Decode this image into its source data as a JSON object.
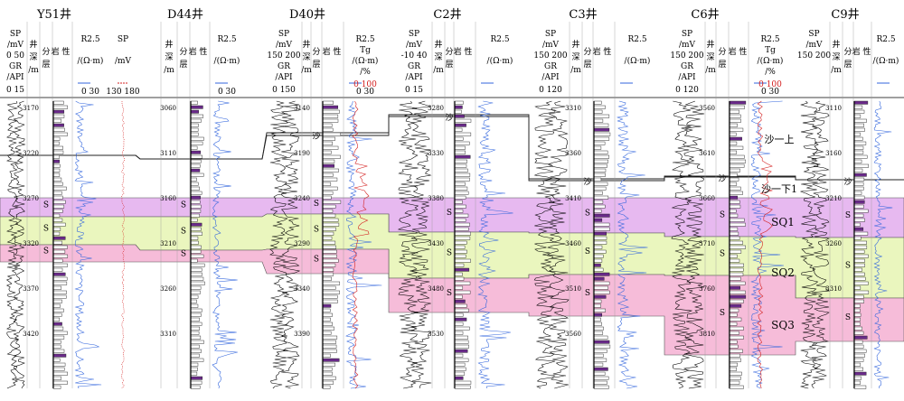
{
  "colors": {
    "sq1": "#e7b9f0",
    "sq2": "#eaf6be",
    "sq3": "#f6bcd9",
    "log_black": "#000000",
    "log_blue": "#3366dd",
    "log_red": "#d42020",
    "lith_gray": "#a8a8a8",
    "lith_purple": "#6a2a8a"
  },
  "zone_labels": {
    "upper": "沙一上",
    "lower": "沙一下1",
    "sq1": "SQ1",
    "sq2": "SQ2",
    "sq3": "SQ3"
  },
  "wells": [
    {
      "name": "Y51井",
      "h_sp": "SP",
      "h_sp_unit": "/mV",
      "h_sp_range": "0  50",
      "h_gr": "GR",
      "h_gr_unit": "/API",
      "h_gr_range": "0  15",
      "h_depth": [
        "井",
        "深",
        "/m"
      ],
      "h_layer": [
        "分",
        "层"
      ],
      "h_lith": [
        "岩",
        "性"
      ],
      "h_r": "R2.5",
      "h_r_unit": "/(Ω·m)",
      "h_r_range": "0  30",
      "h_sp2": "SP",
      "h_sp2_unit": "/mV",
      "h_sp2_range": "130 180",
      "depths": [
        "3170",
        "3220",
        "3270",
        "3320",
        "3370",
        "3420"
      ]
    },
    {
      "name": "D44井",
      "h_depth": [
        "井",
        "深",
        "/m"
      ],
      "h_layer": [
        "分",
        "层"
      ],
      "h_lith": [
        "岩",
        "性"
      ],
      "h_r": "R2.5",
      "h_r_unit": "/(Ω·m)",
      "h_r_range": "0  30",
      "depths": [
        "3060",
        "3110",
        "3160",
        "3210",
        "3260",
        "3310"
      ]
    },
    {
      "name": "D40井",
      "h_sp": "SP",
      "h_sp_unit": "/mV",
      "h_sp_range": "150 200",
      "h_gr": "GR",
      "h_gr_unit": "/API",
      "h_gr_range": "0  150",
      "h_depth": [
        "井",
        "深",
        "/m"
      ],
      "h_layer": [
        "分",
        "层"
      ],
      "h_lith": [
        "岩",
        "性"
      ],
      "h_r": "R2.5",
      "h_r_unit": "/(Ω·m)",
      "h_r_range": "0  30",
      "h_t": "Tg",
      "h_t_unit": "/%",
      "h_t_range": "0  100",
      "depths": [
        "3140",
        "3190",
        "3240",
        "3290",
        "3340",
        "3390"
      ]
    },
    {
      "name": "C2井",
      "h_sp": "SP",
      "h_sp_unit": "/mV",
      "h_sp_range": "-10  40",
      "h_gr": "GR",
      "h_gr_unit": "/API",
      "h_gr_range": "0  15",
      "h_depth": [
        "井",
        "深",
        "/m"
      ],
      "h_layer": [
        "分",
        "层"
      ],
      "h_lith": [
        "岩",
        "性"
      ],
      "h_r": "R2.5",
      "h_r_unit": "/(Ω·m)",
      "depths": [
        "3280",
        "3330",
        "3380",
        "3430",
        "3480",
        "3530"
      ]
    },
    {
      "name": "C3井",
      "h_sp": "SP",
      "h_sp_unit": "/mV",
      "h_sp_range": "150 200",
      "h_gr": "GR",
      "h_gr_unit": "/API",
      "h_gr_range": "0  120",
      "h_depth": [
        "井",
        "深",
        "/m"
      ],
      "h_layer": [
        "分",
        "层"
      ],
      "h_lith": [
        "岩",
        "性"
      ],
      "h_r": "R2.5",
      "h_r_unit": "/(Ω·m)",
      "depths": [
        "3310",
        "3360",
        "3410",
        "3460",
        "3510",
        "3560"
      ]
    },
    {
      "name": "C6井",
      "h_sp": "SP",
      "h_sp_unit": "/mV",
      "h_sp_range": "150 200",
      "h_gr": "GR",
      "h_gr_unit": "/API",
      "h_gr_range": "0  120",
      "h_depth": [
        "井",
        "深",
        "/m"
      ],
      "h_layer": [
        "分",
        "层"
      ],
      "h_lith": [
        "岩",
        "性"
      ],
      "h_r": "R2.5",
      "h_r_unit": "/(Ω·m)",
      "h_r_range": "0  30",
      "h_t": "Tg",
      "h_t_unit": "/%",
      "h_t_range": "0  100",
      "depths": [
        "3560",
        "3610",
        "3660",
        "3710",
        "3760",
        "3810"
      ]
    },
    {
      "name": "C9井",
      "h_sp": "SP",
      "h_sp_unit": "/mV",
      "h_sp_range": "150 200",
      "h_depth": [
        "井",
        "深",
        "/m"
      ],
      "h_layer": [
        "分",
        "层"
      ],
      "h_lith": [
        "岩",
        "性"
      ],
      "h_r": "R2.5",
      "h_r_unit": "/(Ω·m)",
      "depths": [
        "3110",
        "3160",
        "3210",
        "3260",
        "3310"
      ]
    }
  ],
  "layer_marks": {
    "upper": "沙一上",
    "lower": "沙一下1",
    "s1": "S Q1",
    "s2": "S Q2",
    "s3": "S Q3"
  }
}
